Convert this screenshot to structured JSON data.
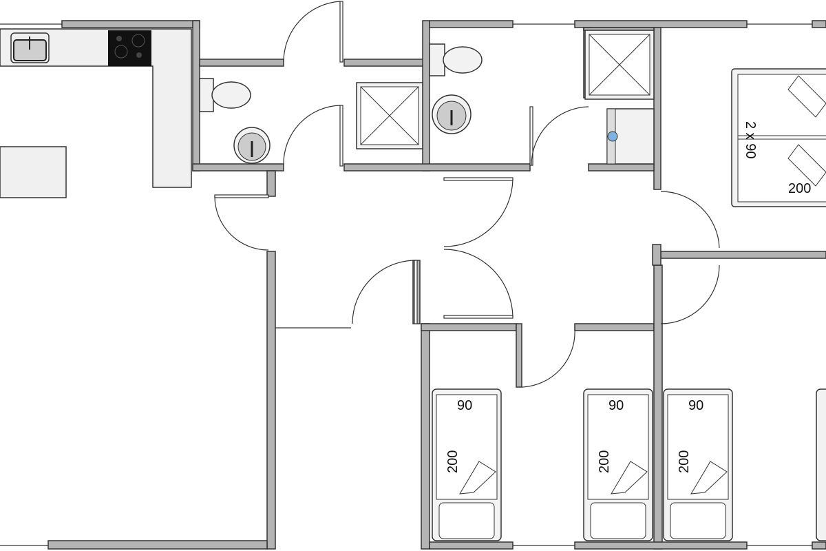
{
  "plan": {
    "wall_color": "#b4b4b4",
    "double_bed": {
      "width_label": "2 x 90",
      "length_label": "200"
    },
    "single_beds": [
      {
        "width_label": "90",
        "length_label": "200"
      },
      {
        "width_label": "90",
        "length_label": "200"
      },
      {
        "width_label": "90",
        "length_label": "200"
      }
    ]
  }
}
